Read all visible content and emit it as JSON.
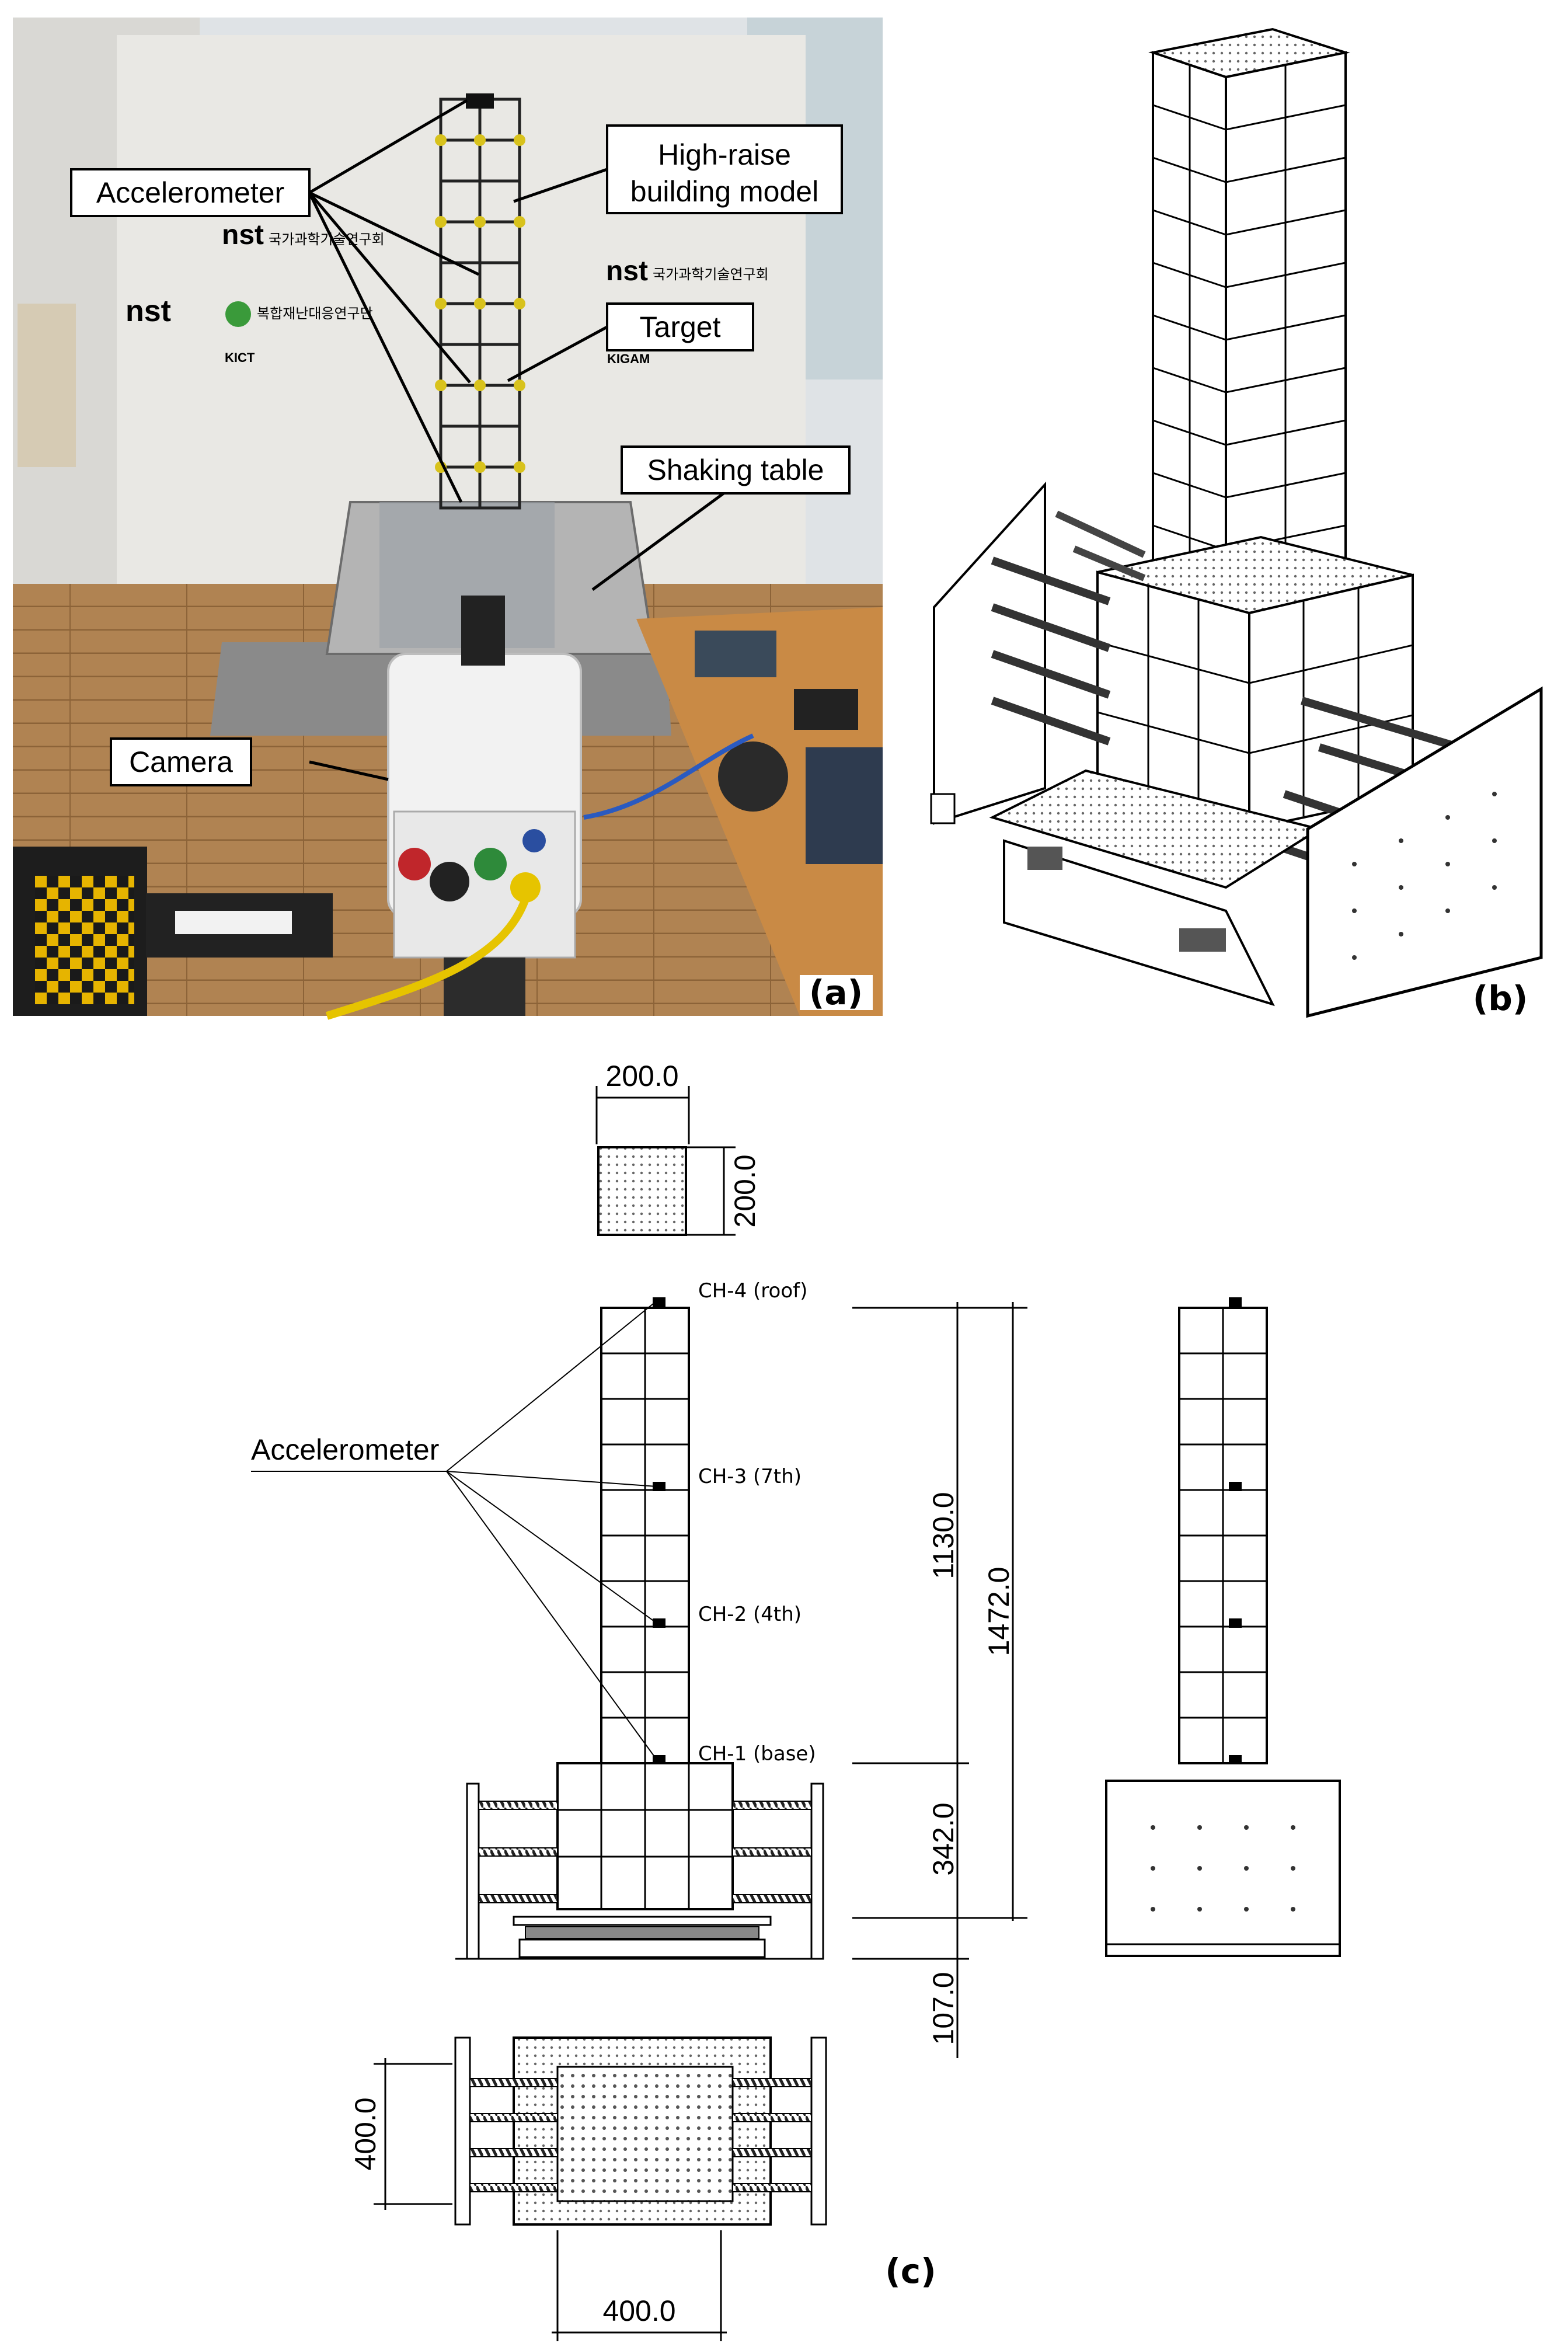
{
  "panel_a": {
    "panel_label": "(a)",
    "callouts": {
      "accelerometer": "Accelerometer",
      "model_line1": "High-raise",
      "model_line2": "building model",
      "target": "Target",
      "shaking_table": "Shaking table",
      "camera": "Camera"
    },
    "banner_left": "nst",
    "banner_left_sub": "국가과학기술연구회",
    "banner_right": "nst",
    "banner_right_sub": "국가과학기술연구회",
    "banner_group": "복합재난대응연구단",
    "banner_kict": "KICT",
    "banner_kigam": "KIGAM"
  },
  "panel_b": {
    "panel_label": "(b)"
  },
  "panel_c": {
    "panel_label": "(c)",
    "accelerometer_label": "Accelerometer",
    "channels": {
      "ch4": "CH-4 (roof)",
      "ch3": "CH-3 (7th)",
      "ch2": "CH-2 (4th)",
      "ch1": "CH-1 (base)"
    },
    "dimensions": {
      "top_width": "200.0",
      "top_depth": "200.0",
      "upper_height": "1130.0",
      "total_height": "1472.0",
      "base_height": "342.0",
      "table_height": "107.0",
      "plan_depth": "400.0",
      "plan_width": "400.0"
    }
  },
  "colors": {
    "wall": "#e9e8e4",
    "floor": "#b08352",
    "table": "#8a8a8a",
    "camera": "#f2f2f2",
    "desk": "#c98a45",
    "node": "#d8c21c"
  }
}
